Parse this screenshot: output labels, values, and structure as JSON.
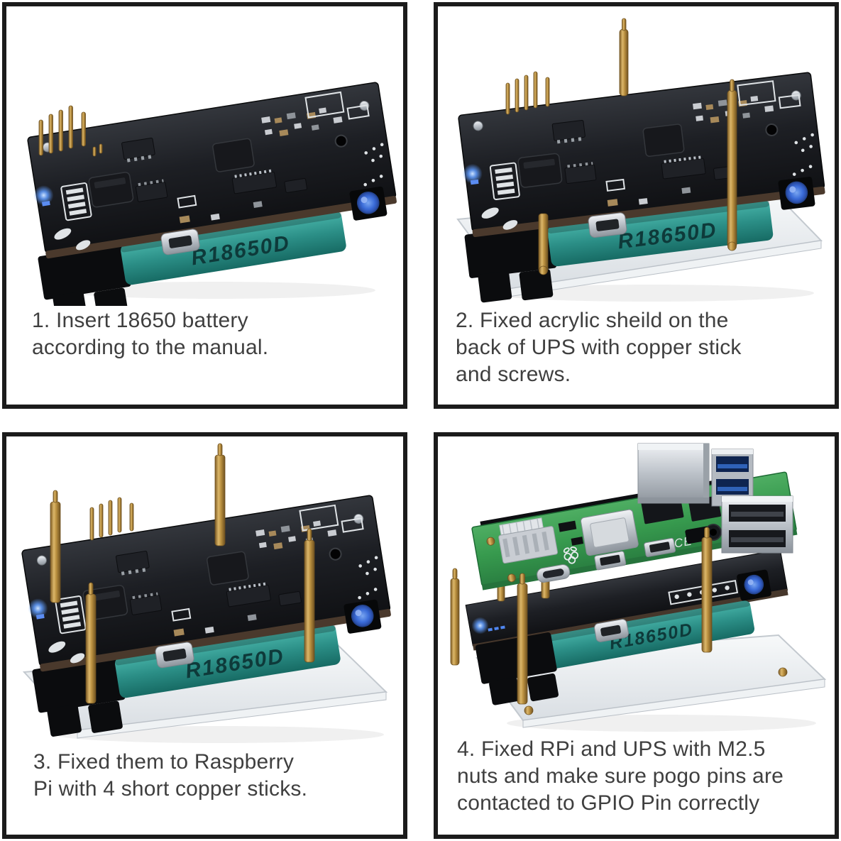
{
  "page": {
    "background": "#ffffff",
    "panel_border_color": "#1b1b1b",
    "caption_text_color": "#3f3f3f"
  },
  "colors": {
    "battery_teal": "#2b8e86",
    "copper": "#c19a4f",
    "acrylic": "#e9edf0",
    "pcb_black": "#1c1e22",
    "pcb_green": "#3a9a53",
    "button_blue": "#3a6bd8"
  },
  "photo_labels": {
    "battery": "R18650D",
    "ce_mark": "CE"
  },
  "panels": [
    {
      "step": "1",
      "caption_lines": [
        "1. Insert 18650 battery",
        "according to the manual."
      ]
    },
    {
      "step": "2",
      "caption_lines": [
        "2. Fixed acrylic sheild on the",
        "back of UPS with copper stick",
        "and screws."
      ]
    },
    {
      "step": "3",
      "caption_lines": [
        "3. Fixed them to Raspberry",
        "Pi with 4 short copper sticks."
      ]
    },
    {
      "step": "4",
      "caption_lines": [
        "4. Fixed RPi and UPS with M2.5",
        "nuts and make sure pogo pins are",
        "contacted to GPIO Pin correctly"
      ]
    }
  ]
}
